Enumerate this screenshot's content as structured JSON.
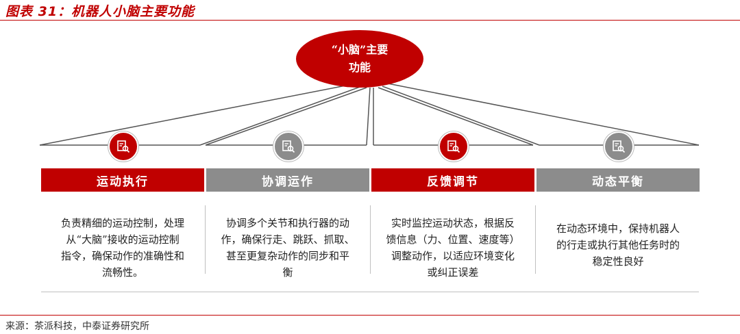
{
  "figure_title": "图表 31：机器人小脑主要功能",
  "center_node": {
    "line1": "“小脑”主要",
    "line2": "功能"
  },
  "functions": [
    {
      "label": "运动执行",
      "lines": [
        "负责精细的运动控制，处理",
        "从“大脑”接收的运动控制",
        "指令，确保动作的准确性和",
        "流畅性。"
      ],
      "color": "#c00000",
      "icon": "search-document-icon"
    },
    {
      "label": "协调运作",
      "lines": [
        "协调多个关节和执行器的动",
        "作，确保行走、跳跃、抓取、",
        "甚至更复杂动作的同步和平",
        "衡"
      ],
      "color": "#8c8c8c",
      "icon": "search-document-icon"
    },
    {
      "label": "反馈调节",
      "lines": [
        "实时监控运动状态，根据反",
        "馈信息（力、位置、速度等）",
        "调整动作，以适应环境变化",
        "或纠正误差"
      ],
      "color": "#c00000",
      "icon": "search-document-icon"
    },
    {
      "label": "动态平衡",
      "lines": [
        "在动态环境中，保持机器人",
        "的行走或执行其他任务时的",
        "稳定性良好"
      ],
      "color": "#8c8c8c",
      "icon": "search-document-icon"
    }
  ],
  "source": "来源：茶派科技，中泰证券研究所"
}
